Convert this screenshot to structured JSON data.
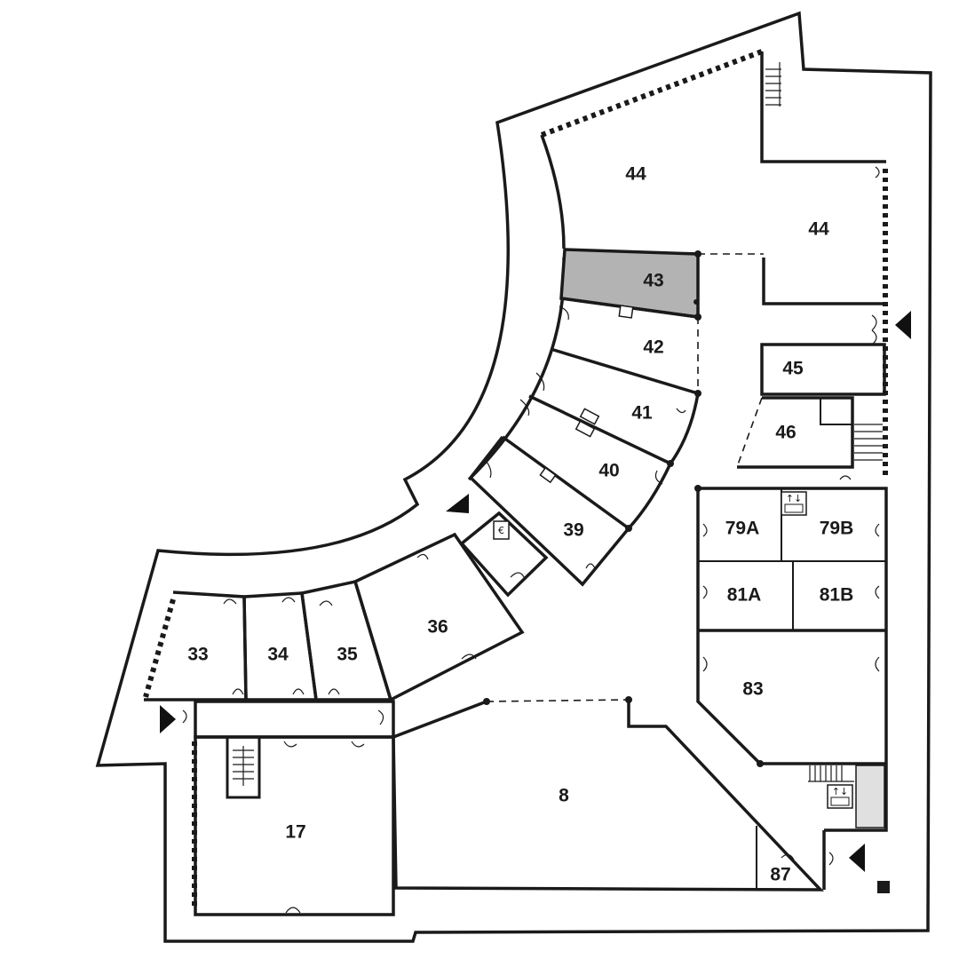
{
  "map": {
    "highlight_color": "#b3b3b3",
    "highlighted_room": "43",
    "rooms": {
      "r44a": "44",
      "r44b": "44",
      "r43": "43",
      "r42": "42",
      "r41": "41",
      "r40": "40",
      "r39": "39",
      "r45": "45",
      "r46": "46",
      "r79a": "79A",
      "r79b": "79B",
      "r81a": "81A",
      "r81b": "81B",
      "r83": "83",
      "r36": "36",
      "r35": "35",
      "r34": "34",
      "r33": "33",
      "r17": "17",
      "r8": "8",
      "r87": "87"
    },
    "icons": {
      "atm": "atm-icon",
      "elevator_north": "elevator-icon",
      "elevator_south": "elevator-icon",
      "entrances": "entrance-arrow-icon",
      "stairs": "stairs-icon"
    },
    "glyphs": {
      "euro": "€",
      "elevator": "↑↓"
    }
  }
}
